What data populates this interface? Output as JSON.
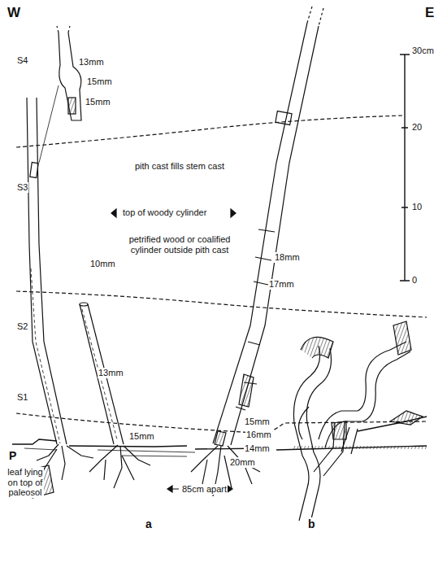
{
  "diagram": {
    "labels": [
      "W",
      "E",
      "S4",
      "S3",
      "S2",
      "S1",
      "P",
      "13mm",
      "15mm",
      "15mm",
      "pith cast fills stem cast",
      "top of woody cylinder",
      "petrified wood or coalified cylinder outside pith cast",
      "18mm",
      "17mm",
      "10mm",
      "13mm",
      "15mm",
      "15mm",
      "16mm",
      "14mm",
      "20mm",
      "leaf lying on top of paleosol",
      "a",
      "b",
      "85cm apart",
      "30cm",
      "20",
      "10",
      "0"
    ]
  }
}
